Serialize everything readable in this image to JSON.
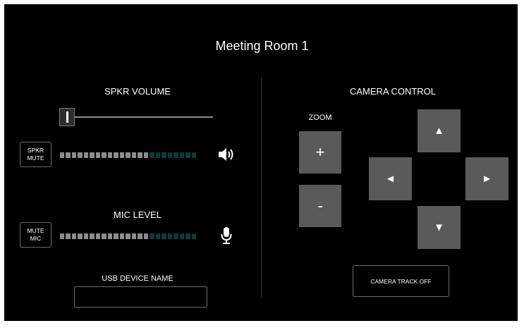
{
  "room_title": "Meeting Room 1",
  "speaker": {
    "header": "SPKR VOLUME",
    "mute_label": "SPKR\nMUTE",
    "volume_level": 0.05,
    "meter": {
      "segments": 23,
      "lit": 15
    },
    "icon": "speaker-icon"
  },
  "mic": {
    "header": "MIC LEVEL",
    "mute_label": "MUTE\nMIC",
    "meter": {
      "segments": 23,
      "lit": 15
    },
    "icon": "microphone-icon"
  },
  "usb": {
    "label": "USB DEVICE NAME",
    "value": ""
  },
  "camera": {
    "header": "CAMERA CONTROL",
    "zoom_label": "ZOOM",
    "zoom_in": "+",
    "zoom_out": "-",
    "up": "▲",
    "down": "▼",
    "left": "◄",
    "right": "►",
    "track_button": "CAMERA TRACK OFF"
  },
  "colors": {
    "background": "#000000",
    "meter_lit": "#8c8c8c",
    "meter_unlit": "#0f3a38",
    "button_gray": "#5a5a5a"
  }
}
